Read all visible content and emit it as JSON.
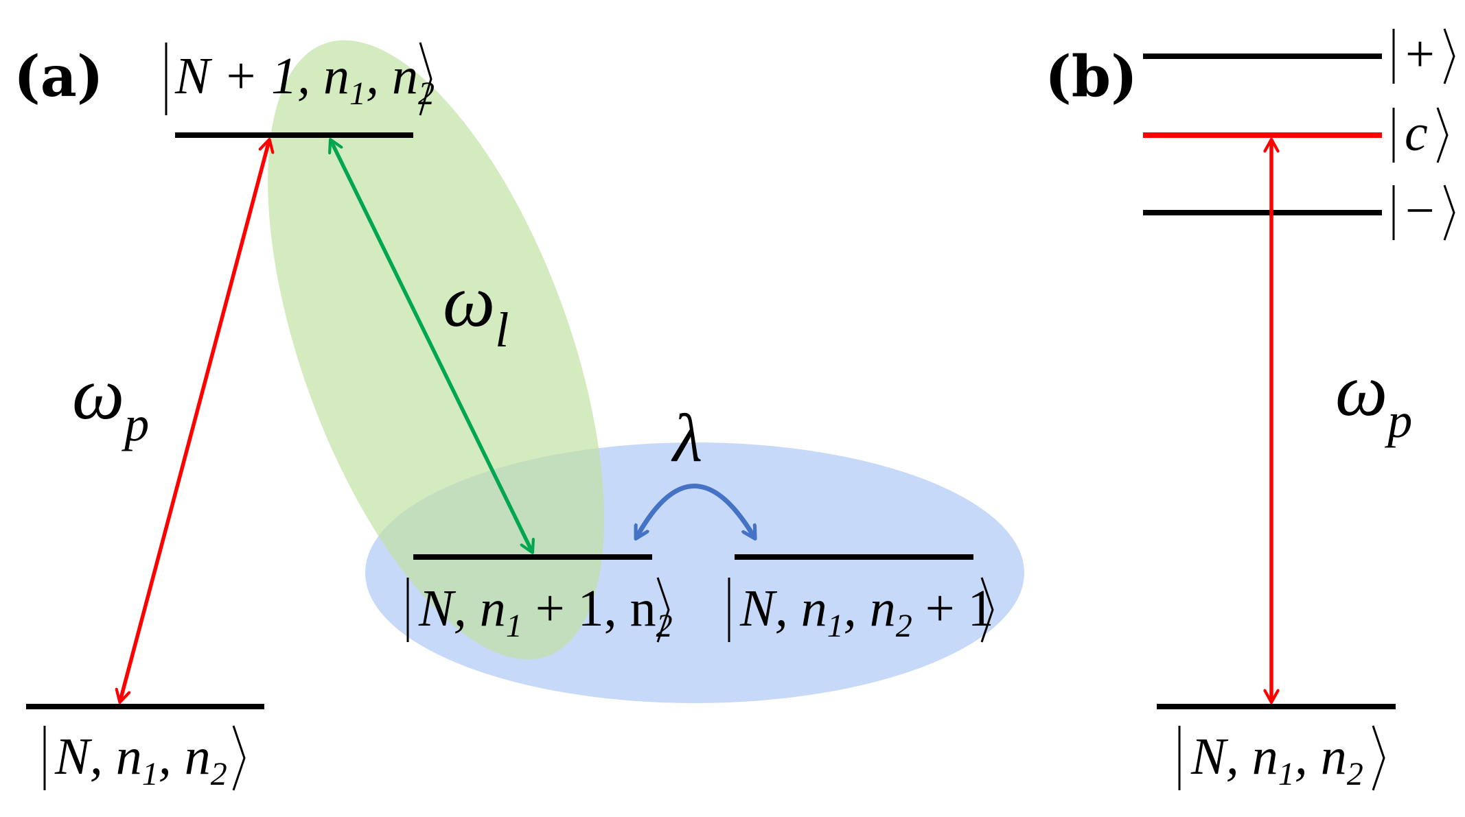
{
  "panels": {
    "a": {
      "label": "(a)"
    },
    "b": {
      "label": "(b)"
    }
  },
  "states": {
    "excited": {
      "main": "N + 1, n",
      "s1": "1",
      "mid": ", n",
      "s2": "2"
    },
    "ground_a": {
      "main": "N, n",
      "s1": "1",
      "mid": ", n",
      "s2": "2"
    },
    "mode1": {
      "main": "N, n",
      "s1": "1",
      "mid": " + 1, n",
      "s2": "2"
    },
    "mode2": {
      "main": "N, n",
      "s1": "1",
      "mid": ", n",
      "s2": "2",
      "tail": " + 1"
    },
    "plus": {
      "text": "+"
    },
    "c": {
      "text": "c"
    },
    "minus": {
      "text": "−"
    },
    "ground_b": {
      "main": "N, n",
      "s1": "1",
      "mid": ", n",
      "s2": "2"
    }
  },
  "transitions": {
    "pump_a": {
      "symbol": "ω",
      "sub": "p"
    },
    "coupling": {
      "symbol": "ω",
      "sub": "l"
    },
    "exchange": {
      "symbol": "λ"
    },
    "pump_b": {
      "symbol": "ω",
      "sub": "p"
    }
  },
  "colors": {
    "level": "#000000",
    "pump": "#ff0000",
    "coupling": "#00a650",
    "exchange": "#4472c4",
    "green_region": "#c5e3a8",
    "blue_region": "#a9c4f5"
  }
}
